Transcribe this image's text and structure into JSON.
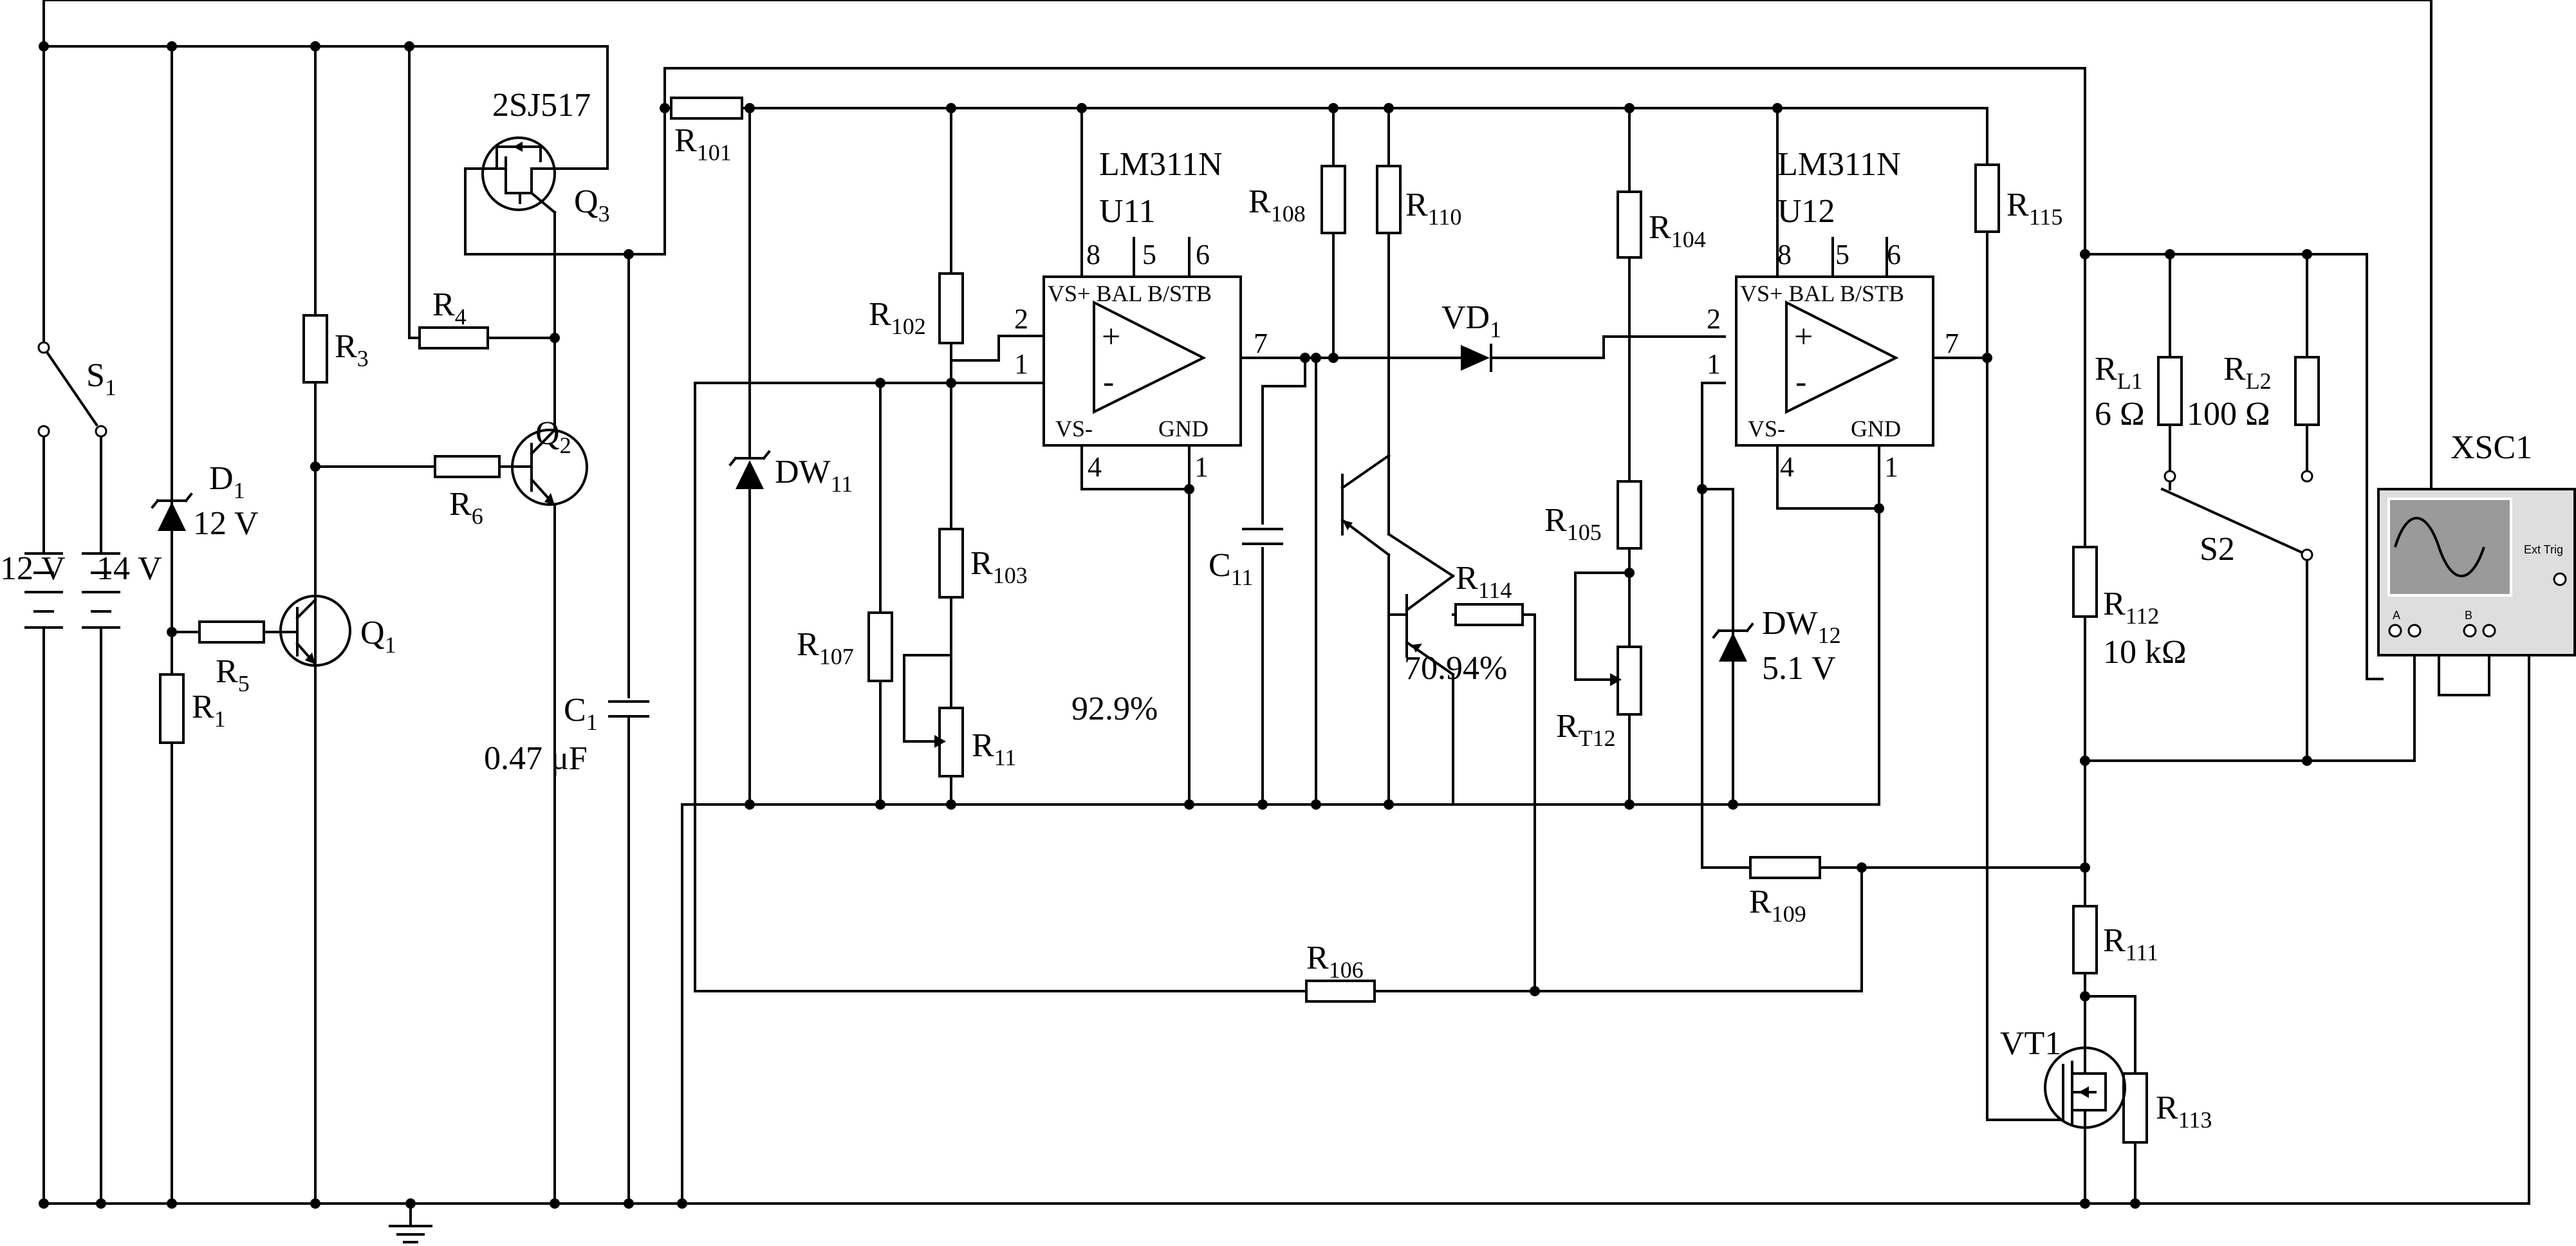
{
  "labels": {
    "R101": {
      "main": "R",
      "sub": "101"
    },
    "R102": {
      "main": "R",
      "sub": "102"
    },
    "R103": {
      "main": "R",
      "sub": "103"
    },
    "R104": {
      "main": "R",
      "sub": "104"
    },
    "R105": {
      "main": "R",
      "sub": "105"
    },
    "R106": {
      "main": "R",
      "sub": "106"
    },
    "R107": {
      "main": "R",
      "sub": "107"
    },
    "R108": {
      "main": "R",
      "sub": "108"
    },
    "R109": {
      "main": "R",
      "sub": "109"
    },
    "R110": {
      "main": "R",
      "sub": "110"
    },
    "R111": {
      "main": "R",
      "sub": "111"
    },
    "R112": {
      "main": "R",
      "sub": "112"
    },
    "R113": {
      "main": "R",
      "sub": "113"
    },
    "R114": {
      "main": "R",
      "sub": "114"
    },
    "R115": {
      "main": "R",
      "sub": "115"
    },
    "R1": {
      "main": "R",
      "sub": "1"
    },
    "R3": {
      "main": "R",
      "sub": "3"
    },
    "R4": {
      "main": "R",
      "sub": "4"
    },
    "R5": {
      "main": "R",
      "sub": "5"
    },
    "R6": {
      "main": "R",
      "sub": "6"
    },
    "R11": {
      "main": "R",
      "sub": "11"
    },
    "RT12": {
      "main": "R",
      "sub": "T12"
    },
    "RL1": {
      "main": "R",
      "sub": "L1"
    },
    "RL2": {
      "main": "R",
      "sub": "L2"
    },
    "C1": {
      "main": "C",
      "sub": "1"
    },
    "C11": {
      "main": "C",
      "sub": "11"
    },
    "D1": {
      "main": "D",
      "sub": "1"
    },
    "DW11": {
      "main": "DW",
      "sub": "11"
    },
    "DW12": {
      "main": "DW",
      "sub": "12"
    },
    "VD1": {
      "main": "VD",
      "sub": "1"
    },
    "Q1": {
      "main": "Q",
      "sub": "1"
    },
    "Q2": {
      "main": "Q",
      "sub": "2"
    },
    "Q3": {
      "main": "Q",
      "sub": "3"
    },
    "S1": {
      "main": "S",
      "sub": "1"
    }
  },
  "values": {
    "c1": "0.47 μF",
    "d1": "12 V",
    "dw12": "5.1 V",
    "rl1": "6 Ω",
    "rl2": "100 Ω",
    "r112": "10 kΩ",
    "bat1": "12 V",
    "bat2": "14 V"
  },
  "names": {
    "mosfet_q3": "2SJ517",
    "u11_part": "LM311N",
    "u11_ref": "U11",
    "u12_part": "LM311N",
    "u12_ref": "U12",
    "vt1": "VT1",
    "s2": "S2",
    "xsc1": "XSC1"
  },
  "readouts": {
    "r11_pct": "92.9%",
    "r114_pct": "70.94%"
  },
  "chips": {
    "u11": {
      "p8": "8",
      "p5": "5",
      "p6": "6",
      "p2": "2",
      "p1": "1",
      "p7": "7",
      "p4": "4",
      "p1b": "1",
      "top": "VS+ BAL B/STB",
      "vsm": "VS-",
      "gnd": "GND",
      "plus": "+",
      "minus": "-"
    },
    "u12": {
      "p8": "8",
      "p5": "5",
      "p6": "6",
      "p2": "2",
      "p1": "1",
      "p7": "7",
      "p4": "4",
      "p1b": "1",
      "top": "VS+ BAL B/STB",
      "vsm": "VS-",
      "gnd": "GND",
      "plus": "+",
      "minus": "-"
    }
  },
  "scope": {
    "ext_trig": "Ext Trig",
    "a": "A",
    "b": "B"
  }
}
